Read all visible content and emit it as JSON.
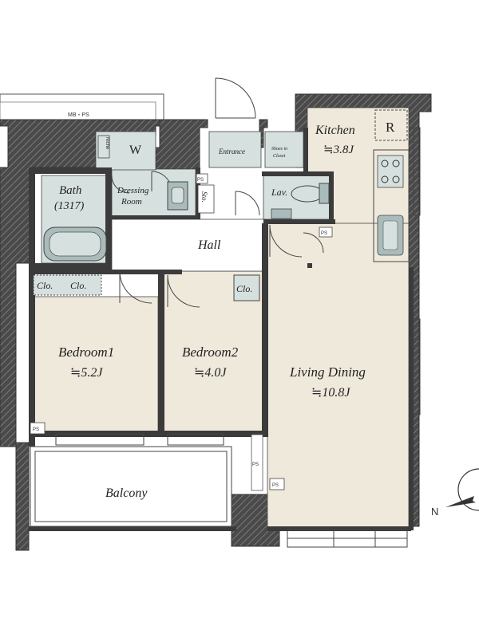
{
  "colors": {
    "floor": "#efe9dc",
    "wet": "#d6e0df",
    "hall": "#ffffff",
    "wall": "#3b3b3b",
    "wall_hatch": "#6f6f6f",
    "fixture": "#a9bcbb",
    "outline": "#444444"
  },
  "rooms": {
    "kitchen": {
      "name": "Kitchen",
      "size": "≒3.8J"
    },
    "refrigerator": "R",
    "entrance": "Entrance",
    "shoes_in_closet": [
      "Shoes in",
      "Closet"
    ],
    "niche": "Niche",
    "wardrobe": "W",
    "bath": {
      "name": "Bath",
      "size": "(1317)"
    },
    "dressing_room": [
      "Dressing",
      "Room"
    ],
    "storage": "Sto.",
    "lavatory": "Lav.",
    "hall": "Hall",
    "closet_1": "Clo.",
    "closet_2": "Clo.",
    "closet_3": "Clo.",
    "bedroom1": {
      "name": "Bedroom1",
      "size": "≒5.2J"
    },
    "bedroom2": {
      "name": "Bedroom2",
      "size": "≒4.0J"
    },
    "living_dining": {
      "name": "Living Dining",
      "size": "≒10.8J"
    },
    "balcony": "Balcony"
  },
  "mb_ps": "MB・PS",
  "ps_label": "PS",
  "compass": {
    "north": "N"
  }
}
